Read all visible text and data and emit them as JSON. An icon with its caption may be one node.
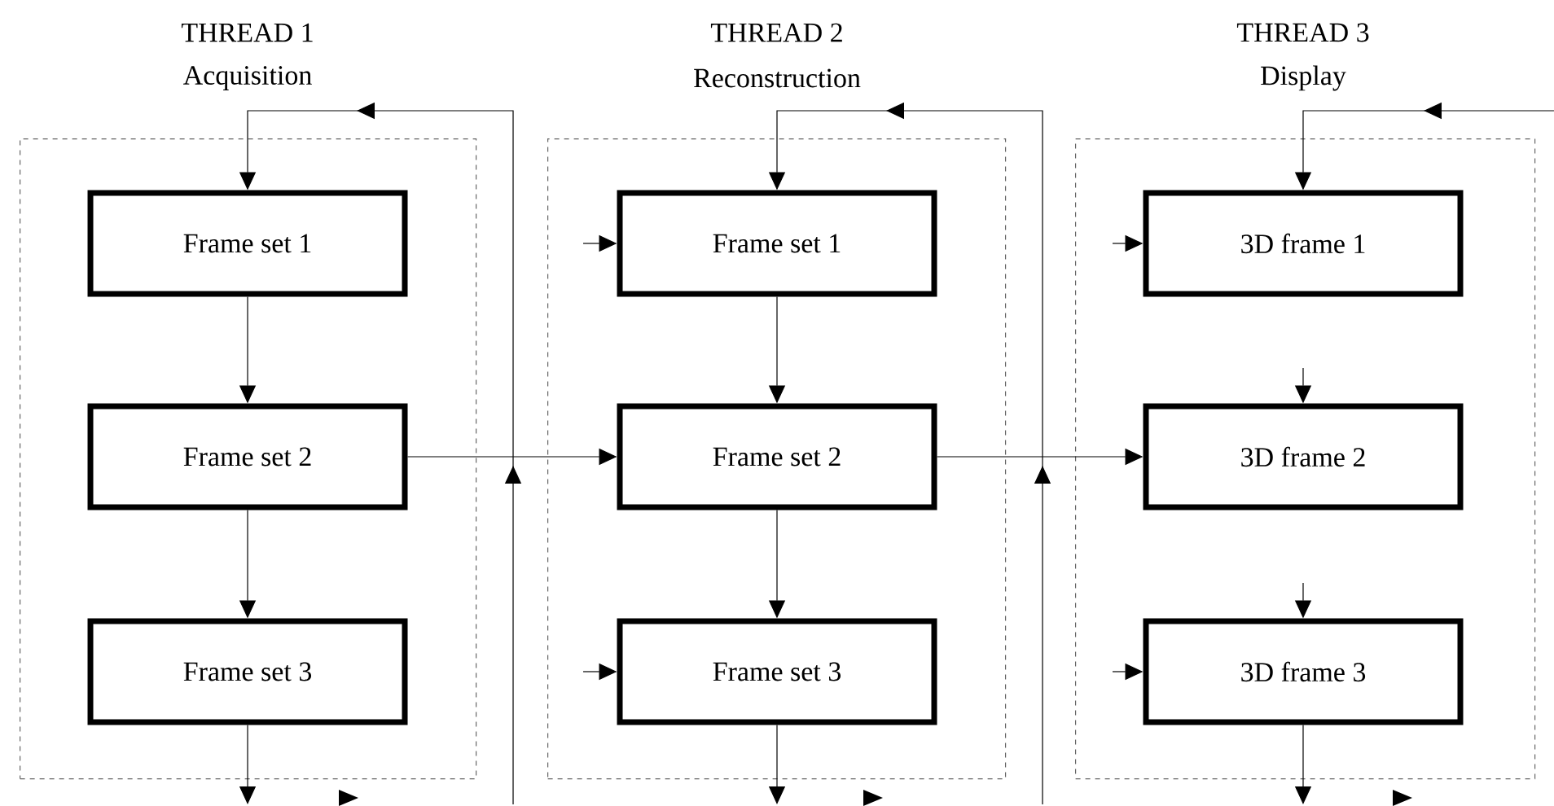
{
  "diagram": {
    "nodes": [
      {
        "text": [
          "THREAD 1",
          "Acquisition"
        ]
      },
      {
        "text": [
          "Frame set 1"
        ],
        "in": 0
      },
      {
        "text": [
          "Frame set 2"
        ],
        "in": 0
      },
      {
        "text": [
          "Frame set 3"
        ],
        "in": 0
      },
      {
        "text": [
          "THREAD 2",
          "Reconstruction"
        ]
      },
      {
        "text": [
          "Frame set 1"
        ],
        "in": 4
      },
      {
        "text": [
          "Frame set 2"
        ],
        "in": 4
      },
      {
        "text": [
          "Frame set 3"
        ],
        "in": 4
      },
      {
        "text": [
          "THREAD 3",
          "Display"
        ]
      },
      {
        "text": [
          "3D frame 1"
        ],
        "in": 8
      },
      {
        "text": [
          "3D frame 2"
        ],
        "in": 8
      },
      {
        "text": [
          "3D frame 3"
        ],
        "in": 8
      }
    ],
    "edges": [
      {
        "from": 1,
        "to": 2,
        "arrow": "to"
      },
      {
        "from": 2,
        "to": 3,
        "arrow": "to"
      },
      {
        "from": 3,
        "to": null,
        "arrow": "to"
      },
      {
        "from": null,
        "to": 1,
        "arrow": "to"
      },
      {
        "from": 2,
        "to": 6,
        "arrow": "to"
      },
      {
        "from": 5,
        "to": 6,
        "arrow": "to"
      },
      {
        "from": 6,
        "to": 7,
        "arrow": "to"
      },
      {
        "from": 7,
        "to": null,
        "arrow": "to"
      },
      {
        "from": null,
        "to": 5,
        "arrow": "to"
      },
      {
        "from": null,
        "to": 5,
        "arrow": "to"
      },
      {
        "from": null,
        "to": 7,
        "arrow": "to"
      },
      {
        "from": 6,
        "to": 10,
        "arrow": "to"
      },
      {
        "from": null,
        "to": 9,
        "arrow": "to"
      },
      {
        "from": null,
        "to": 9,
        "arrow": "to"
      },
      {
        "from": null,
        "to": 10,
        "arrow": "to"
      },
      {
        "from": null,
        "to": 11,
        "arrow": "to"
      },
      {
        "from": null,
        "to": 11,
        "arrow": "to"
      },
      {
        "from": 11,
        "to": null,
        "arrow": "to"
      }
    ]
  }
}
